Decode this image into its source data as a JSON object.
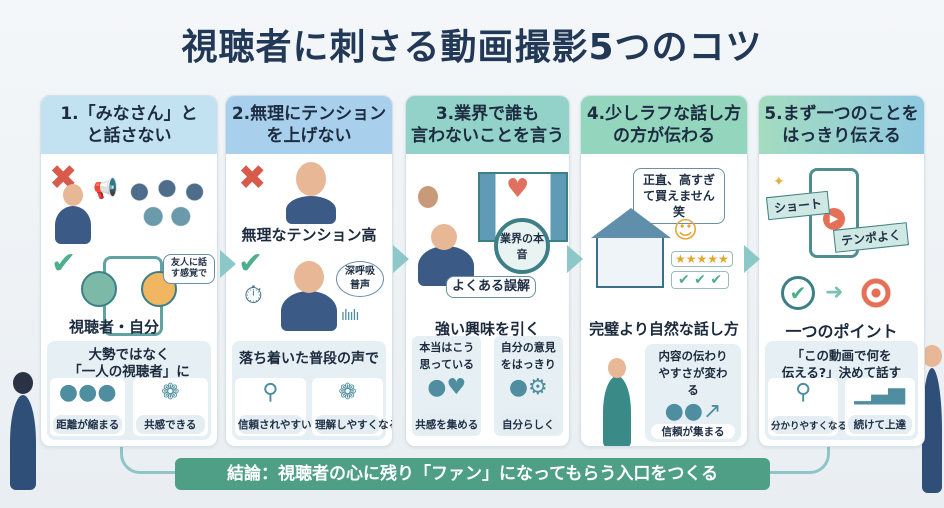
{
  "title": "視聴者に刺さる動画撮影5つのコツ",
  "cards": [
    {
      "header": "1.「みなさん」と\nと話さない",
      "h1": "1.「みなさん」と",
      "h2": "と話さない",
      "bubble": "友人に話す感覚で",
      "label": "視聴者・自分",
      "panel_caption1": "大勢ではなく",
      "panel_caption2": "「一人の視聴者」に",
      "mini": [
        "距離が縮まる",
        "共感できる"
      ]
    },
    {
      "h1": "2.無理にテンション",
      "h2": "を上げない",
      "bad_label": "無理なテンション高",
      "bubble": "深呼吸 普声",
      "panel_caption1": "落ち着いた普段の声で",
      "mini": [
        "信頼されやすい",
        "理解しやすくなる"
      ]
    },
    {
      "h1": "3.業界で誰も",
      "h2": "言わないことを言う",
      "magnifier": "業界の本音",
      "banner": "よくある誤解",
      "caption": "強い興味を引く",
      "sub": [
        "本当はこう思っている",
        "自分の意見をはっきり"
      ],
      "mini": [
        "共感を集める",
        "自分らしく"
      ]
    },
    {
      "h1": "4.少しラフな話し方",
      "h2": "の方が伝わる",
      "bubble": "正直、高すぎて買えません笑",
      "caption": "完璧より自然な話し方",
      "sub": "内容の伝わりやすさが変わる",
      "mini": [
        "信頼が集まる"
      ]
    },
    {
      "h1": "5.まず一つのことを",
      "h2": "はっきり伝える",
      "tags": [
        "ショート",
        "テンポよく"
      ],
      "caption": "一つのポイント",
      "panel_caption1": "「この動画で何を",
      "panel_caption2": "伝える?」決めて話す",
      "mini": [
        "分かりやすくなる",
        "続けて上達"
      ]
    }
  ],
  "conclusion": "結論：視聴者の心に残り「ファン」になってもらう入口をつくる",
  "colors": {
    "title": "#213856",
    "conclusion_bg": "#4e9f86",
    "header1": "#c3e2f1",
    "header2": "#a8d0ec",
    "header3": "#92d2c9",
    "header4": "#93d6bd",
    "header5": "#a3dcc0"
  }
}
